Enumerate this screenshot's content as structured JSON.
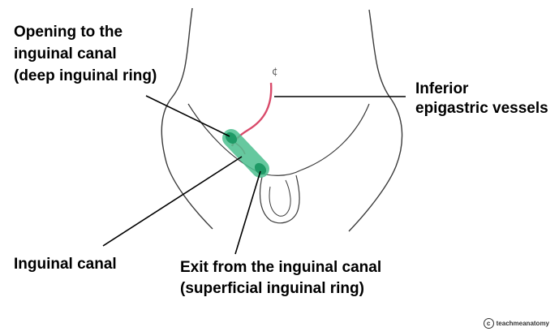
{
  "labels": {
    "deep_ring_line1": "Opening to the",
    "deep_ring_line2": "inguinal canal",
    "deep_ring_line3": "(deep inguinal ring)",
    "vessels_line1": "Inferior",
    "vessels_line2": "epigastric vessels",
    "canal": "Inguinal canal",
    "exit_line1": "Exit from the inguinal canal",
    "exit_line2": "(superficial inguinal ring)"
  },
  "watermark": {
    "logo_glyph": "c",
    "text": "teachmeanatomy"
  },
  "colors": {
    "outline": "#3a3a3a",
    "canal_fill": "#4cbf8f",
    "canal_ring": "#1f9a66",
    "vessel": "#d94a6a",
    "pointer": "#000000"
  }
}
